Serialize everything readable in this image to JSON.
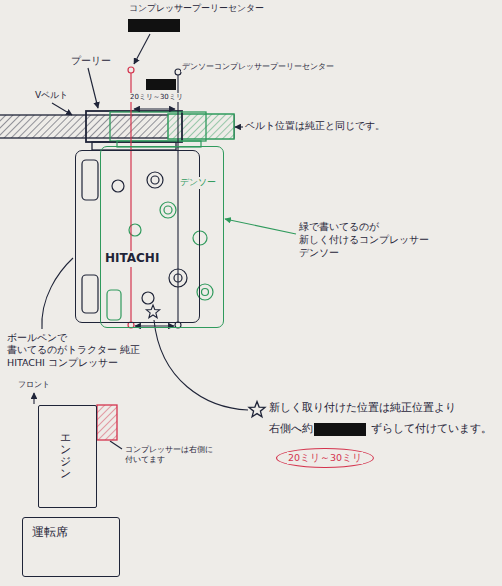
{
  "diagram": {
    "nodes": [
      {
        "text": [
          "HITACHI"
        ]
      },
      {
        "text": [
          "デンソー"
        ]
      },
      {
        "text": [
          "エンジン"
        ]
      },
      {
        "text": [
          "20ミリ～30ミリ"
        ]
      },
      {
        "text": [
          "運転席"
        ]
      }
    ],
    "labels": [
      "コンプレッサープーリーセンター",
      "プーリー",
      "デンソーコンプレッサープーリーセンター",
      "20ミリ～30ミリ",
      "Vベルト",
      "ベルト位置は純正と同じです。",
      "緑で書いてるのが 新しく付けるコンプレッサー デンソー",
      "ボールペンで 書いてるのがトラクター 純正 HITACHI コンプレッサー",
      "新しく取り付けた位置は純正位置より",
      "右側へ約",
      "ずらして付けています。",
      "フロント",
      "コンプレッサーは右側に 付いてます"
    ]
  }
}
